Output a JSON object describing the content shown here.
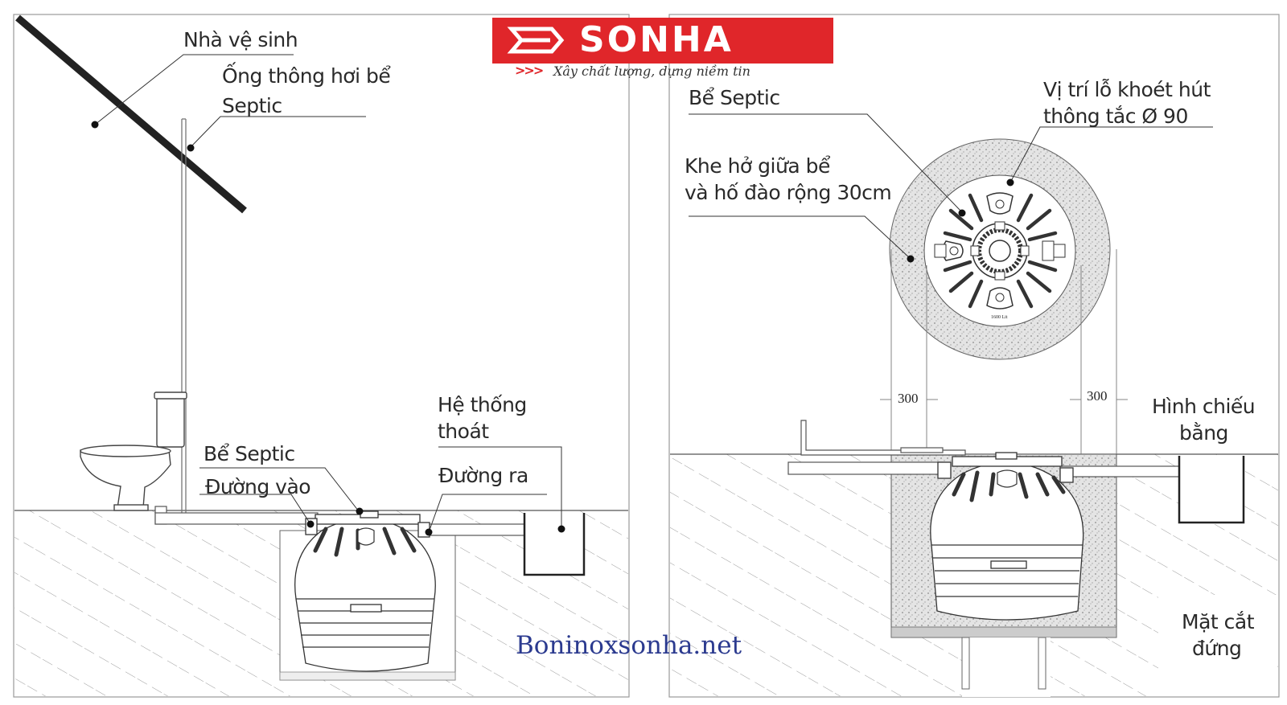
{
  "logo": {
    "brand": "SONHA",
    "slogan": "Xây chất lượng, dựng niềm tin",
    "brand_color": "#e0262a"
  },
  "watermark": "Boninoxsonha.net",
  "left_panel": {
    "labels": {
      "toilet_house": "Nhà vệ sinh",
      "vent_pipe_1": "Ống thông hơi bể",
      "vent_pipe_2": "Septic",
      "tank": "Bể Septic",
      "inlet": "Đường vào",
      "outlet": "Đường ra",
      "drain_1": "Hệ thống",
      "drain_2": "thoát"
    }
  },
  "right_panel": {
    "labels": {
      "tank": "Bể Septic",
      "hole_1": "Vị trí lỗ khoét hút",
      "hole_2": "thông tắc Ø 90",
      "gap_1": "Khe hở giữa bể",
      "gap_2": "và hố đào rộng 30cm",
      "plan_1": "Hình chiếu",
      "plan_2": "bằng",
      "section_1": "Mặt cắt",
      "section_2": "đứng",
      "capacity": "1600 Lit"
    },
    "dimensions": {
      "left_gap": "300",
      "right_gap": "300"
    }
  },
  "colors": {
    "line": "#222222",
    "soil_hatch": "#9a9a9a",
    "gravel_fill": "#d6d6d6"
  }
}
